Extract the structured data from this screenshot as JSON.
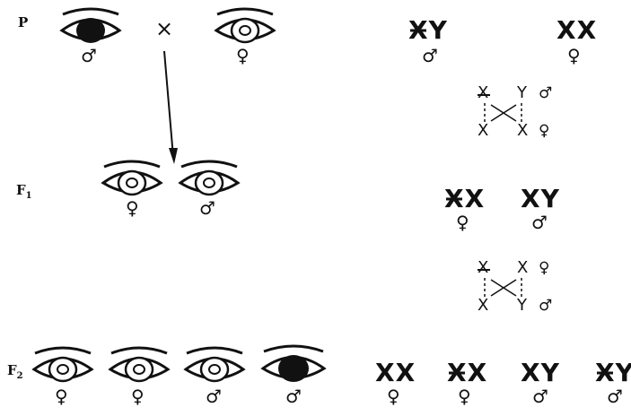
{
  "generations": {
    "p": "P",
    "f1": "F",
    "f1_sub": "1",
    "f2": "F",
    "f2_sub": "2"
  },
  "cross_symbol": "×",
  "sexes": {
    "male": "♂",
    "female": "♀"
  },
  "eye_colors": {
    "white": "#ffffff",
    "dark": "#111111"
  },
  "p_row": {
    "eyes": [
      {
        "type": "dark",
        "sex": "♂"
      },
      {
        "type": "white",
        "sex": "♀"
      }
    ],
    "genotypes": [
      {
        "text": "XY",
        "sex": "♂"
      },
      {
        "text": "XX",
        "sex": "♀"
      }
    ],
    "gametes": {
      "top_left": "X",
      "top_right": "Y",
      "bottom_left": "X",
      "bottom_right": "X",
      "top_sex": "♂",
      "bottom_sex": "♀"
    }
  },
  "f1_row": {
    "eyes": [
      {
        "type": "white",
        "sex": "♀"
      },
      {
        "type": "white",
        "sex": "♂"
      }
    ],
    "genotypes": [
      {
        "text": "XX",
        "sex": "♀"
      },
      {
        "text": "XY",
        "sex": "♂"
      }
    ],
    "gametes": {
      "top_left": "X",
      "top_right": "X",
      "bottom_left": "X",
      "bottom_right": "Y",
      "top_sex": "♀",
      "bottom_sex": "♂"
    }
  },
  "f2_row": {
    "eyes": [
      {
        "type": "white",
        "sex": "♀"
      },
      {
        "type": "white",
        "sex": "♀"
      },
      {
        "type": "white",
        "sex": "♂"
      },
      {
        "type": "dark",
        "sex": "♂"
      }
    ],
    "genotypes": [
      {
        "text": "XX",
        "sex": "♀"
      },
      {
        "text": "XX",
        "sex": "♀"
      },
      {
        "text": "XY",
        "sex": "♂"
      },
      {
        "text": "XY",
        "sex": "♂"
      }
    ]
  }
}
